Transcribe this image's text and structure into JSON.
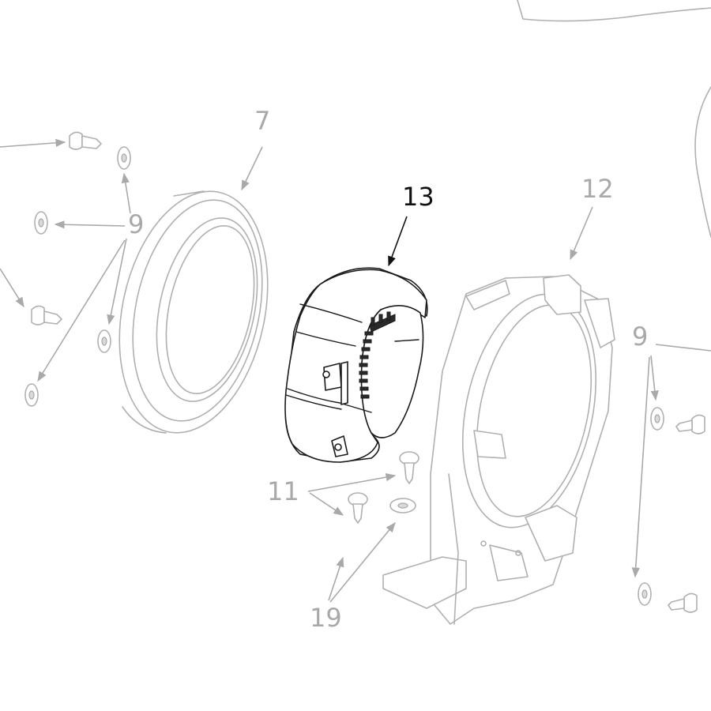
{
  "callouts": {
    "part_7": "7",
    "part_13": "13",
    "part_12": "12",
    "part_9_left": "9",
    "part_9_right": "9",
    "part_11": "11",
    "part_19": "19"
  },
  "colors": {
    "highlight": "#111111",
    "ghosted": "#a9a9a9",
    "background": "#ffffff"
  }
}
